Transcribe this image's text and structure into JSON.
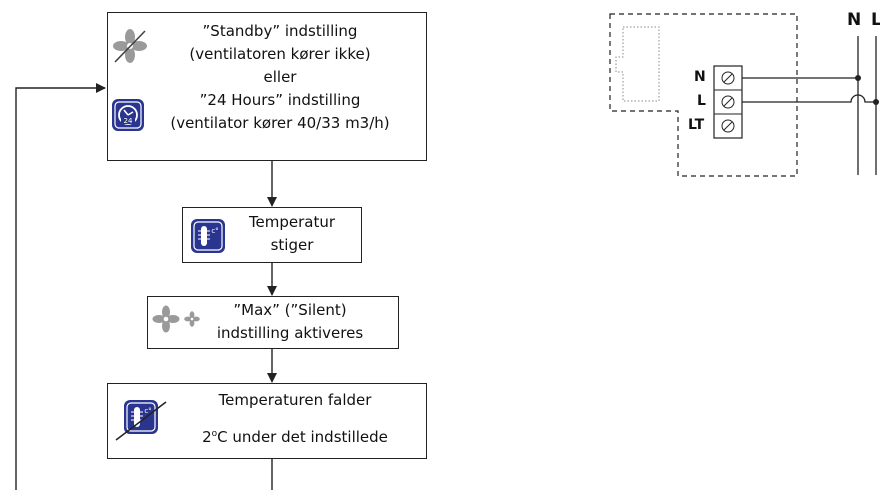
{
  "flow": {
    "step1": {
      "line1": "”Standby” indstilling",
      "line2": "(ventilatoren kører ikke)",
      "line3": "eller",
      "line4": "”24 Hours” indstilling",
      "line5": "(ventilator kører 40/33 m3/h)"
    },
    "step2": {
      "line1": "Temperatur",
      "line2": "stiger"
    },
    "step3": {
      "line1": "”Max” (”Silent)",
      "line2": "indstilling aktiveres"
    },
    "step4": {
      "line1": "Temperaturen falder",
      "line2_prefix": "2",
      "line2_sup": "o",
      "line2_rest": "C under det indstillede"
    }
  },
  "wiring": {
    "terminals": [
      "N",
      "L",
      "LT"
    ],
    "supply_labels": [
      "N",
      "L"
    ]
  },
  "icons": {
    "fan_off": "fan-crossed-icon",
    "clock24": "clock-24-icon",
    "thermo_up": "thermometer-celsius-icon",
    "fan_max": "fan-large-icon",
    "fan_silent": "fan-small-icon",
    "thermo_down": "thermometer-crossed-icon"
  },
  "colors": {
    "icon_blue": "#2a3590",
    "fan_grey": "#9a9a9a",
    "line": "#222222"
  }
}
